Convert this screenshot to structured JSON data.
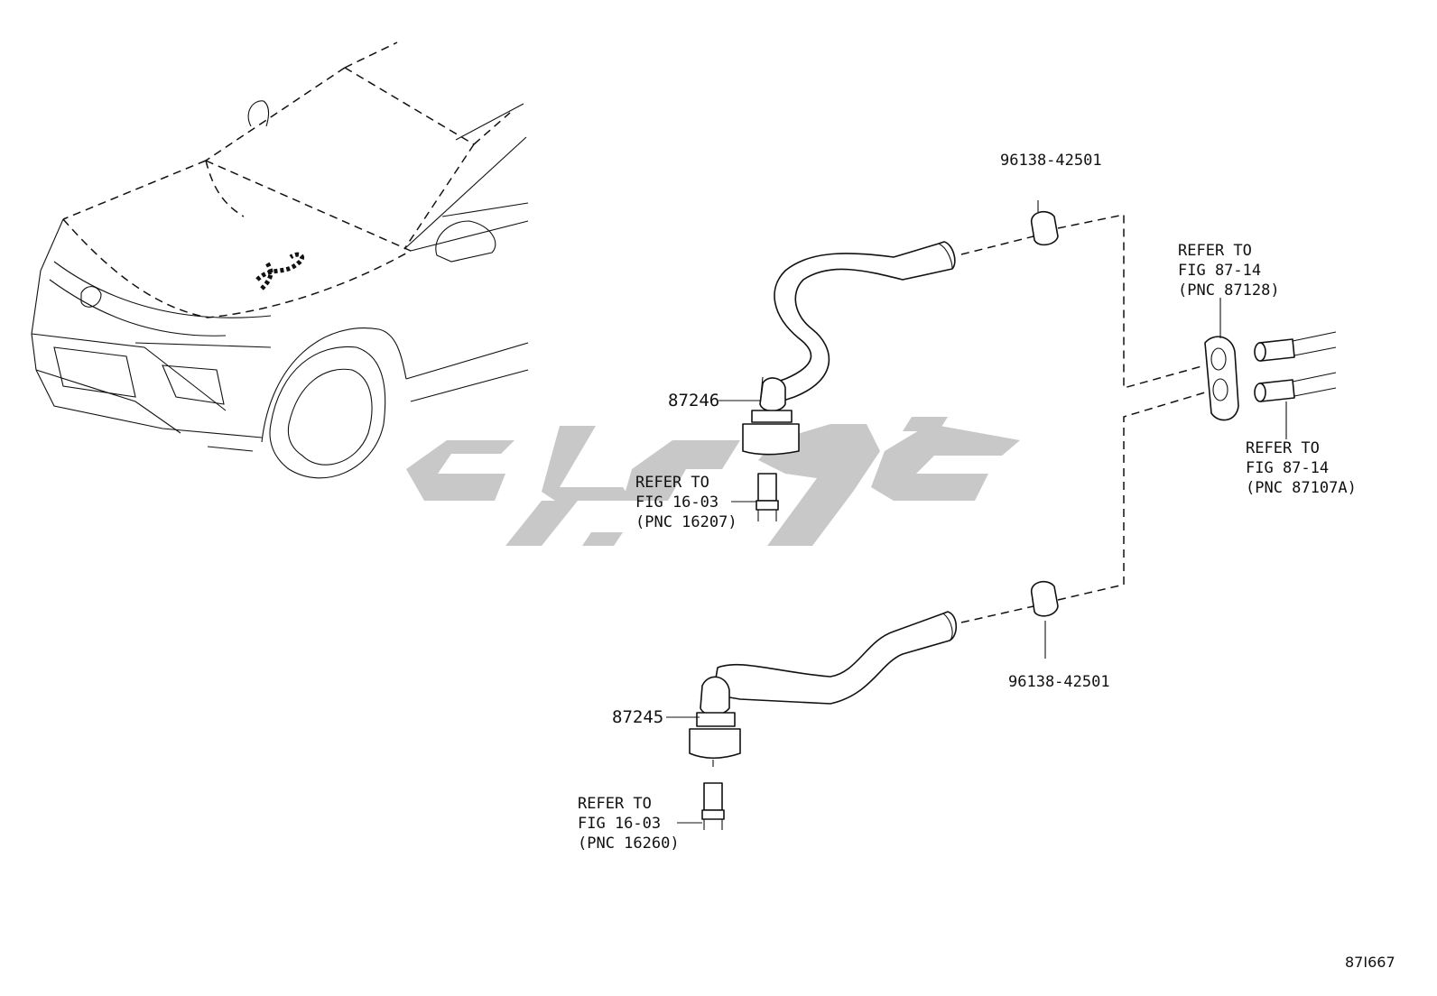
{
  "diagram": {
    "figure_code": "87I667",
    "watermark": "watermark-logo",
    "parts": [
      {
        "id": "hose_upper",
        "label": "87246"
      },
      {
        "id": "hose_lower",
        "label": "87245"
      },
      {
        "id": "clamp_upper",
        "label": "96138-42501"
      },
      {
        "id": "clamp_lower",
        "label": "96138-42501"
      }
    ],
    "references": {
      "ref_16207": [
        "REFER TO",
        "FIG 16-03",
        "(PNC 16207)"
      ],
      "ref_16260": [
        "REFER TO",
        "FIG 16-03",
        "(PNC 16260)"
      ],
      "ref_87128": [
        "REFER TO",
        "FIG 87-14",
        "(PNC 87128)"
      ],
      "ref_87107a": [
        "REFER TO",
        "FIG 87-14",
        "(PNC 87107A)"
      ]
    }
  }
}
